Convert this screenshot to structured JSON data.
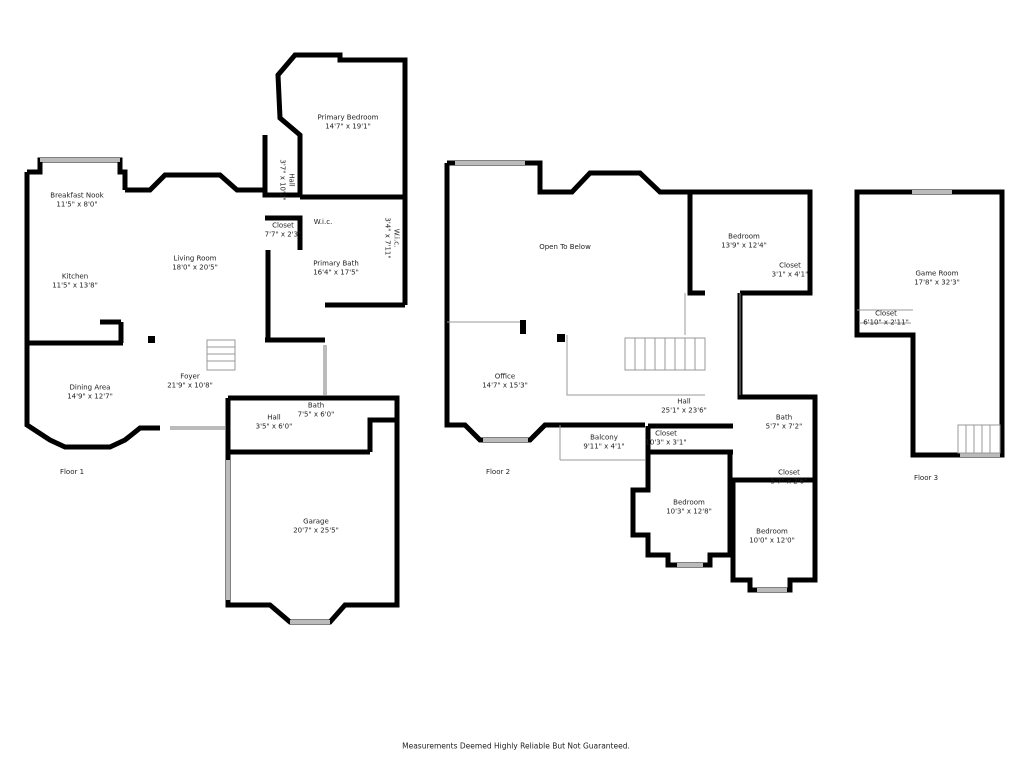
{
  "floors": [
    {
      "label": "Floor 1",
      "rooms": [
        {
          "name": "Primary Bedroom",
          "dims": "14'7\" x 19'1\""
        },
        {
          "name": "Breakfast Nook",
          "dims": "11'5\" x 8'0\""
        },
        {
          "name": "Kitchen",
          "dims": "11'5\" x 13'8\""
        },
        {
          "name": "Living Room",
          "dims": "18'0\" x 20'5\""
        },
        {
          "name": "Hall",
          "dims": "3'7\" x 10'2\""
        },
        {
          "name": "Closet",
          "dims": "7'7\" x 2'3\""
        },
        {
          "name": "W.i.c.",
          "dims": ""
        },
        {
          "name": "W.i.c.",
          "dims": "3'4\" x 7'11\""
        },
        {
          "name": "Primary Bath",
          "dims": "16'4\" x 17'5\""
        },
        {
          "name": "Dining Area",
          "dims": "14'9\" x 12'7\""
        },
        {
          "name": "Foyer",
          "dims": "21'9\" x 10'8\""
        },
        {
          "name": "Hall",
          "dims": "3'5\" x 6'0\""
        },
        {
          "name": "Bath",
          "dims": "7'5\" x 6'0\""
        },
        {
          "name": "Garage",
          "dims": "20'7\" x 25'5\""
        }
      ]
    },
    {
      "label": "Floor 2",
      "rooms": [
        {
          "name": "Open To Below",
          "dims": ""
        },
        {
          "name": "Bedroom",
          "dims": "13'9\" x 12'4\""
        },
        {
          "name": "Closet",
          "dims": "3'1\" x 4'1\""
        },
        {
          "name": "Office",
          "dims": "14'7\" x 15'3\""
        },
        {
          "name": "Hall",
          "dims": "25'1\" x 23'6\""
        },
        {
          "name": "Balcony",
          "dims": "9'11\" x 4'1\""
        },
        {
          "name": "Closet",
          "dims": "10'3\" x 3'1\""
        },
        {
          "name": "Bath",
          "dims": "5'7\" x 7'2\""
        },
        {
          "name": "Closet",
          "dims": "5'7\" x 2'6\""
        },
        {
          "name": "Bedroom",
          "dims": "10'3\" x 12'8\""
        },
        {
          "name": "Bedroom",
          "dims": "10'0\" x 12'0\""
        }
      ]
    },
    {
      "label": "Floor 3",
      "rooms": [
        {
          "name": "Game Room",
          "dims": "17'8\" x 32'3\""
        },
        {
          "name": "Closet",
          "dims": "6'10\" x 2'11\""
        }
      ]
    }
  ],
  "footer": "Measurements Deemed Highly Reliable But Not Guaranteed."
}
